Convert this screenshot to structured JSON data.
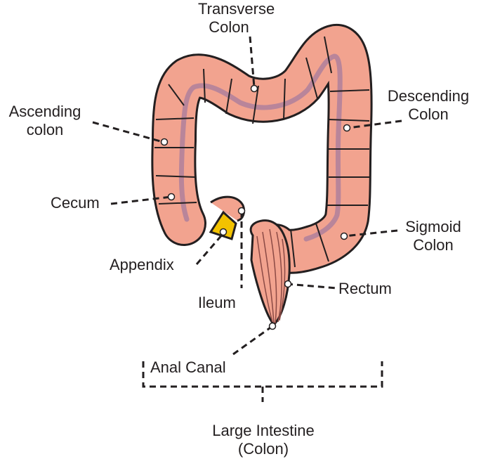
{
  "colors": {
    "tissue": "#f2a38f",
    "tissue_shadow": "#d9826f",
    "outline": "#231f20",
    "inner_band": "#b9859a",
    "highlight": "#f9c9bb",
    "appendix": "#f2c200",
    "rectum_stripe": "#8b4a45",
    "marker_fill": "#ffffff"
  },
  "labels": {
    "transverse_line1": "Transverse",
    "transverse_line2": "Colon",
    "ascending_line1": "Ascending",
    "ascending_line2": "colon",
    "descending_line1": "Descending",
    "descending_line2": "Colon",
    "cecum": "Cecum",
    "sigmoid_line1": "Sigmoid",
    "sigmoid_line2": "Colon",
    "appendix": "Appendix",
    "rectum": "Rectum",
    "ileum": "Ileum",
    "anal_canal": "Anal Canal",
    "large_intestine_line1": "Large Intestine",
    "large_intestine_line2": "(Colon)"
  }
}
